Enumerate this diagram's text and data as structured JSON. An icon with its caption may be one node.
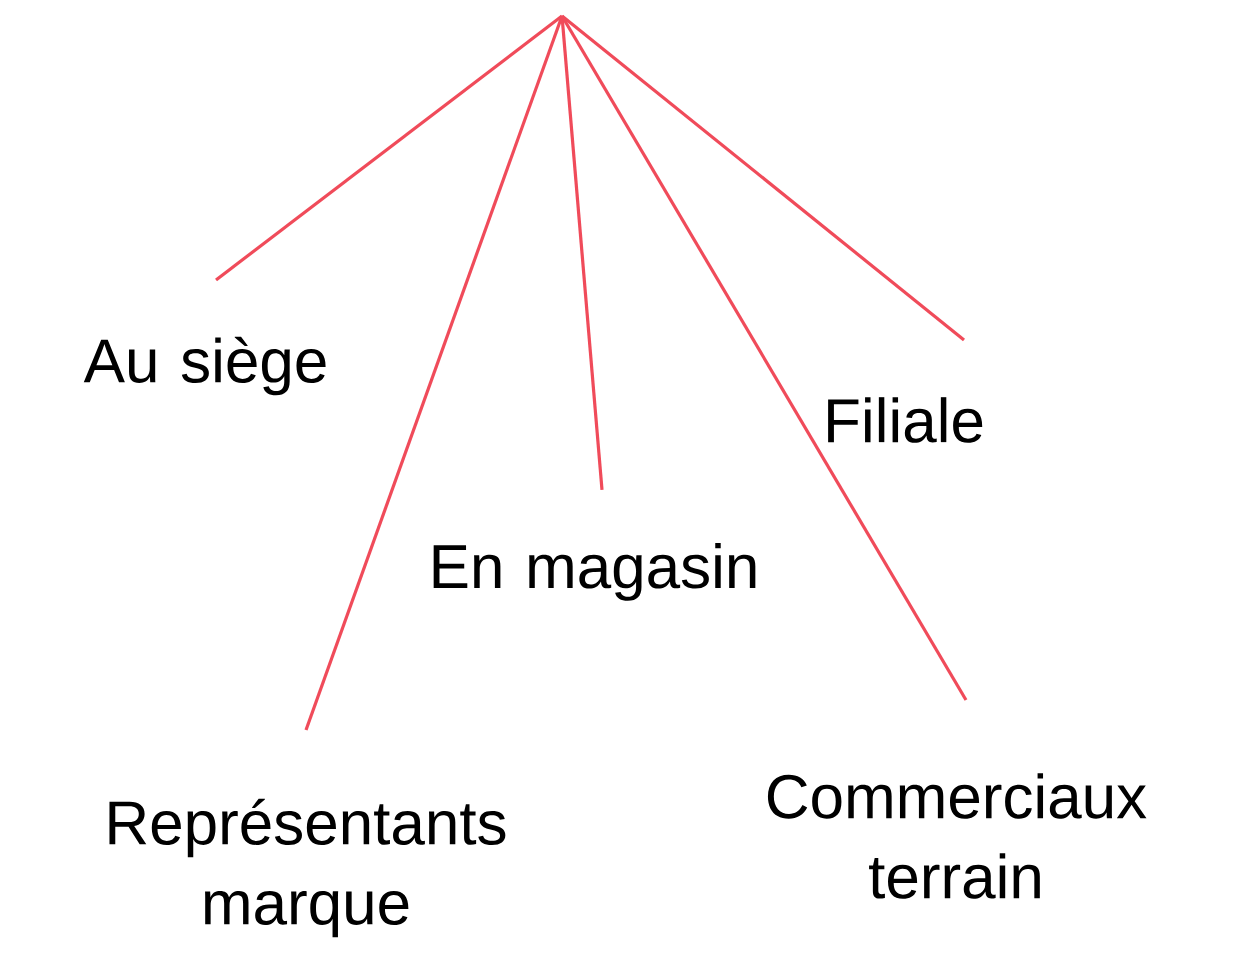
{
  "diagram": {
    "nodes": [
      {
        "text": [
          "Au siège"
        ]
      },
      {
        "text": [
          "Représentants marque"
        ]
      },
      {
        "text": [
          "En magasin"
        ]
      },
      {
        "text": [
          "Filiale"
        ]
      },
      {
        "text": [
          "Commerciaux terrain"
        ]
      }
    ],
    "edges": [
      {
        "from": null,
        "to": 0,
        "arrow": "none"
      },
      {
        "from": null,
        "to": 1,
        "arrow": "none"
      },
      {
        "from": null,
        "to": 2,
        "arrow": "none"
      },
      {
        "from": null,
        "to": 3,
        "arrow": "none"
      },
      {
        "from": null,
        "to": 4,
        "arrow": "none"
      }
    ]
  }
}
